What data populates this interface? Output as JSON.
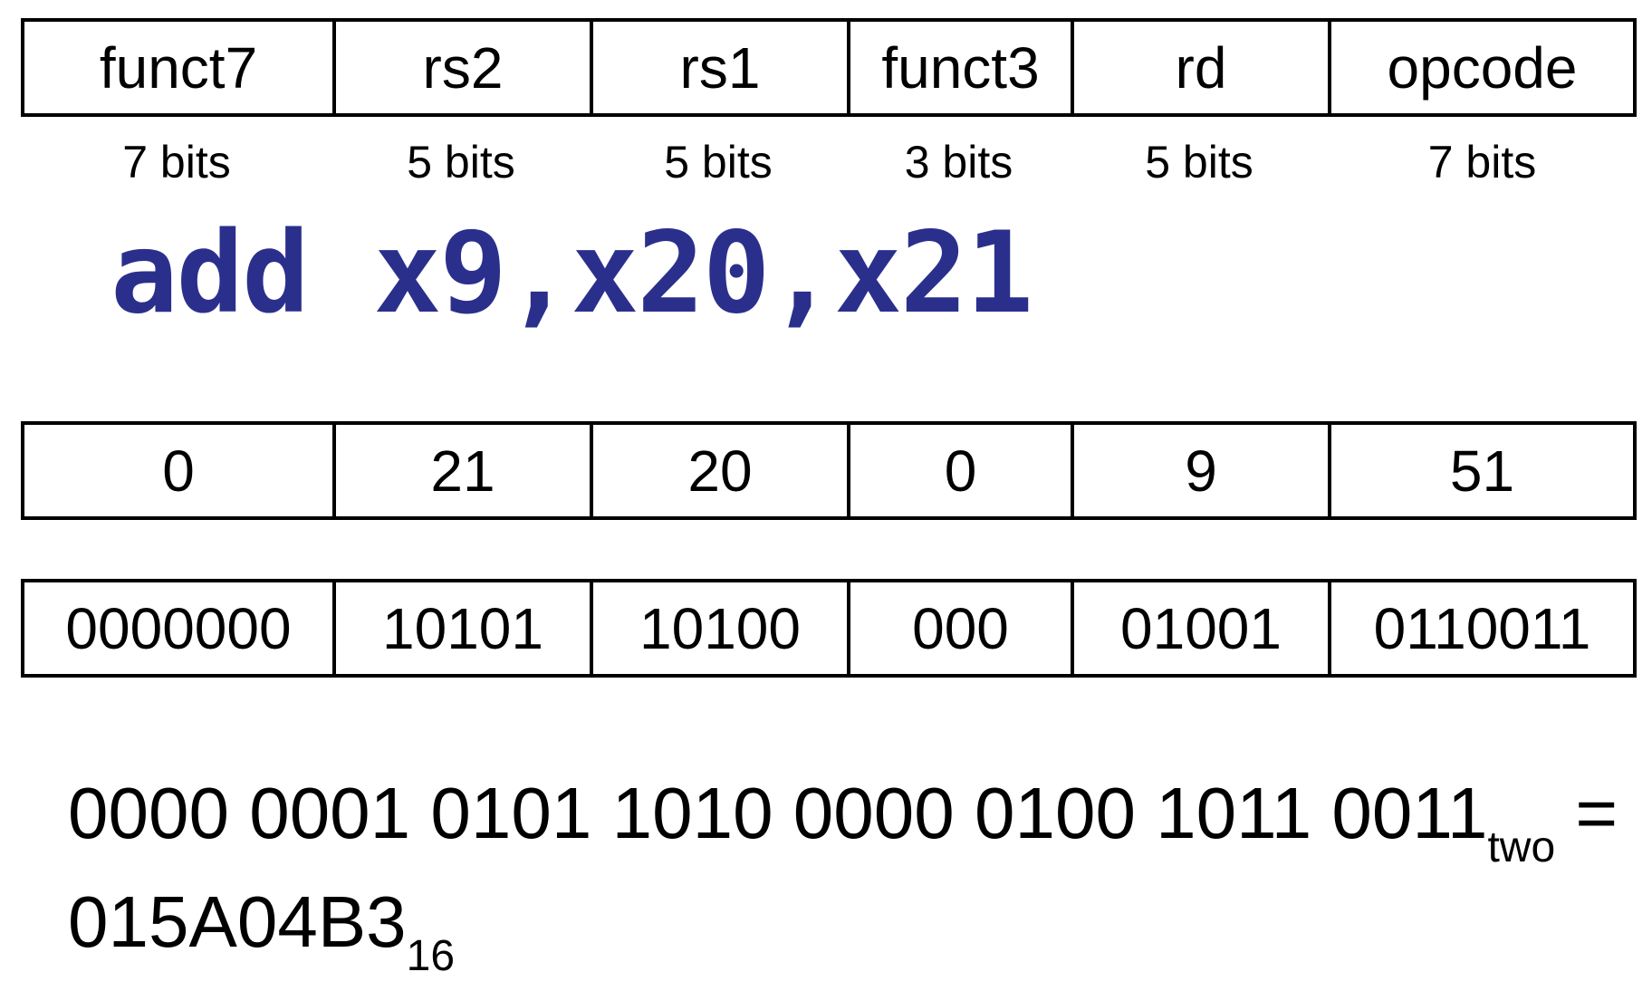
{
  "fields": [
    {
      "name": "funct7",
      "bits": "7 bits",
      "decimal": "0",
      "binary": "0000000"
    },
    {
      "name": "rs2",
      "bits": "5 bits",
      "decimal": "21",
      "binary": "10101"
    },
    {
      "name": "rs1",
      "bits": "5 bits",
      "decimal": "20",
      "binary": "10100"
    },
    {
      "name": "funct3",
      "bits": "3 bits",
      "decimal": "0",
      "binary": "000"
    },
    {
      "name": "rd",
      "bits": "5 bits",
      "decimal": "9",
      "binary": "01001"
    },
    {
      "name": "opcode",
      "bits": "7 bits",
      "decimal": "51",
      "binary": "0110011"
    }
  ],
  "instruction": "add x9,x20,x21",
  "instruction_color": "#2b2f8c",
  "result": {
    "binary": "0000 0001 0101 1010 0000 0100 1011 0011",
    "binary_base": "two",
    "equals": "=",
    "hex": "015A04B3",
    "hex_base": "16"
  }
}
